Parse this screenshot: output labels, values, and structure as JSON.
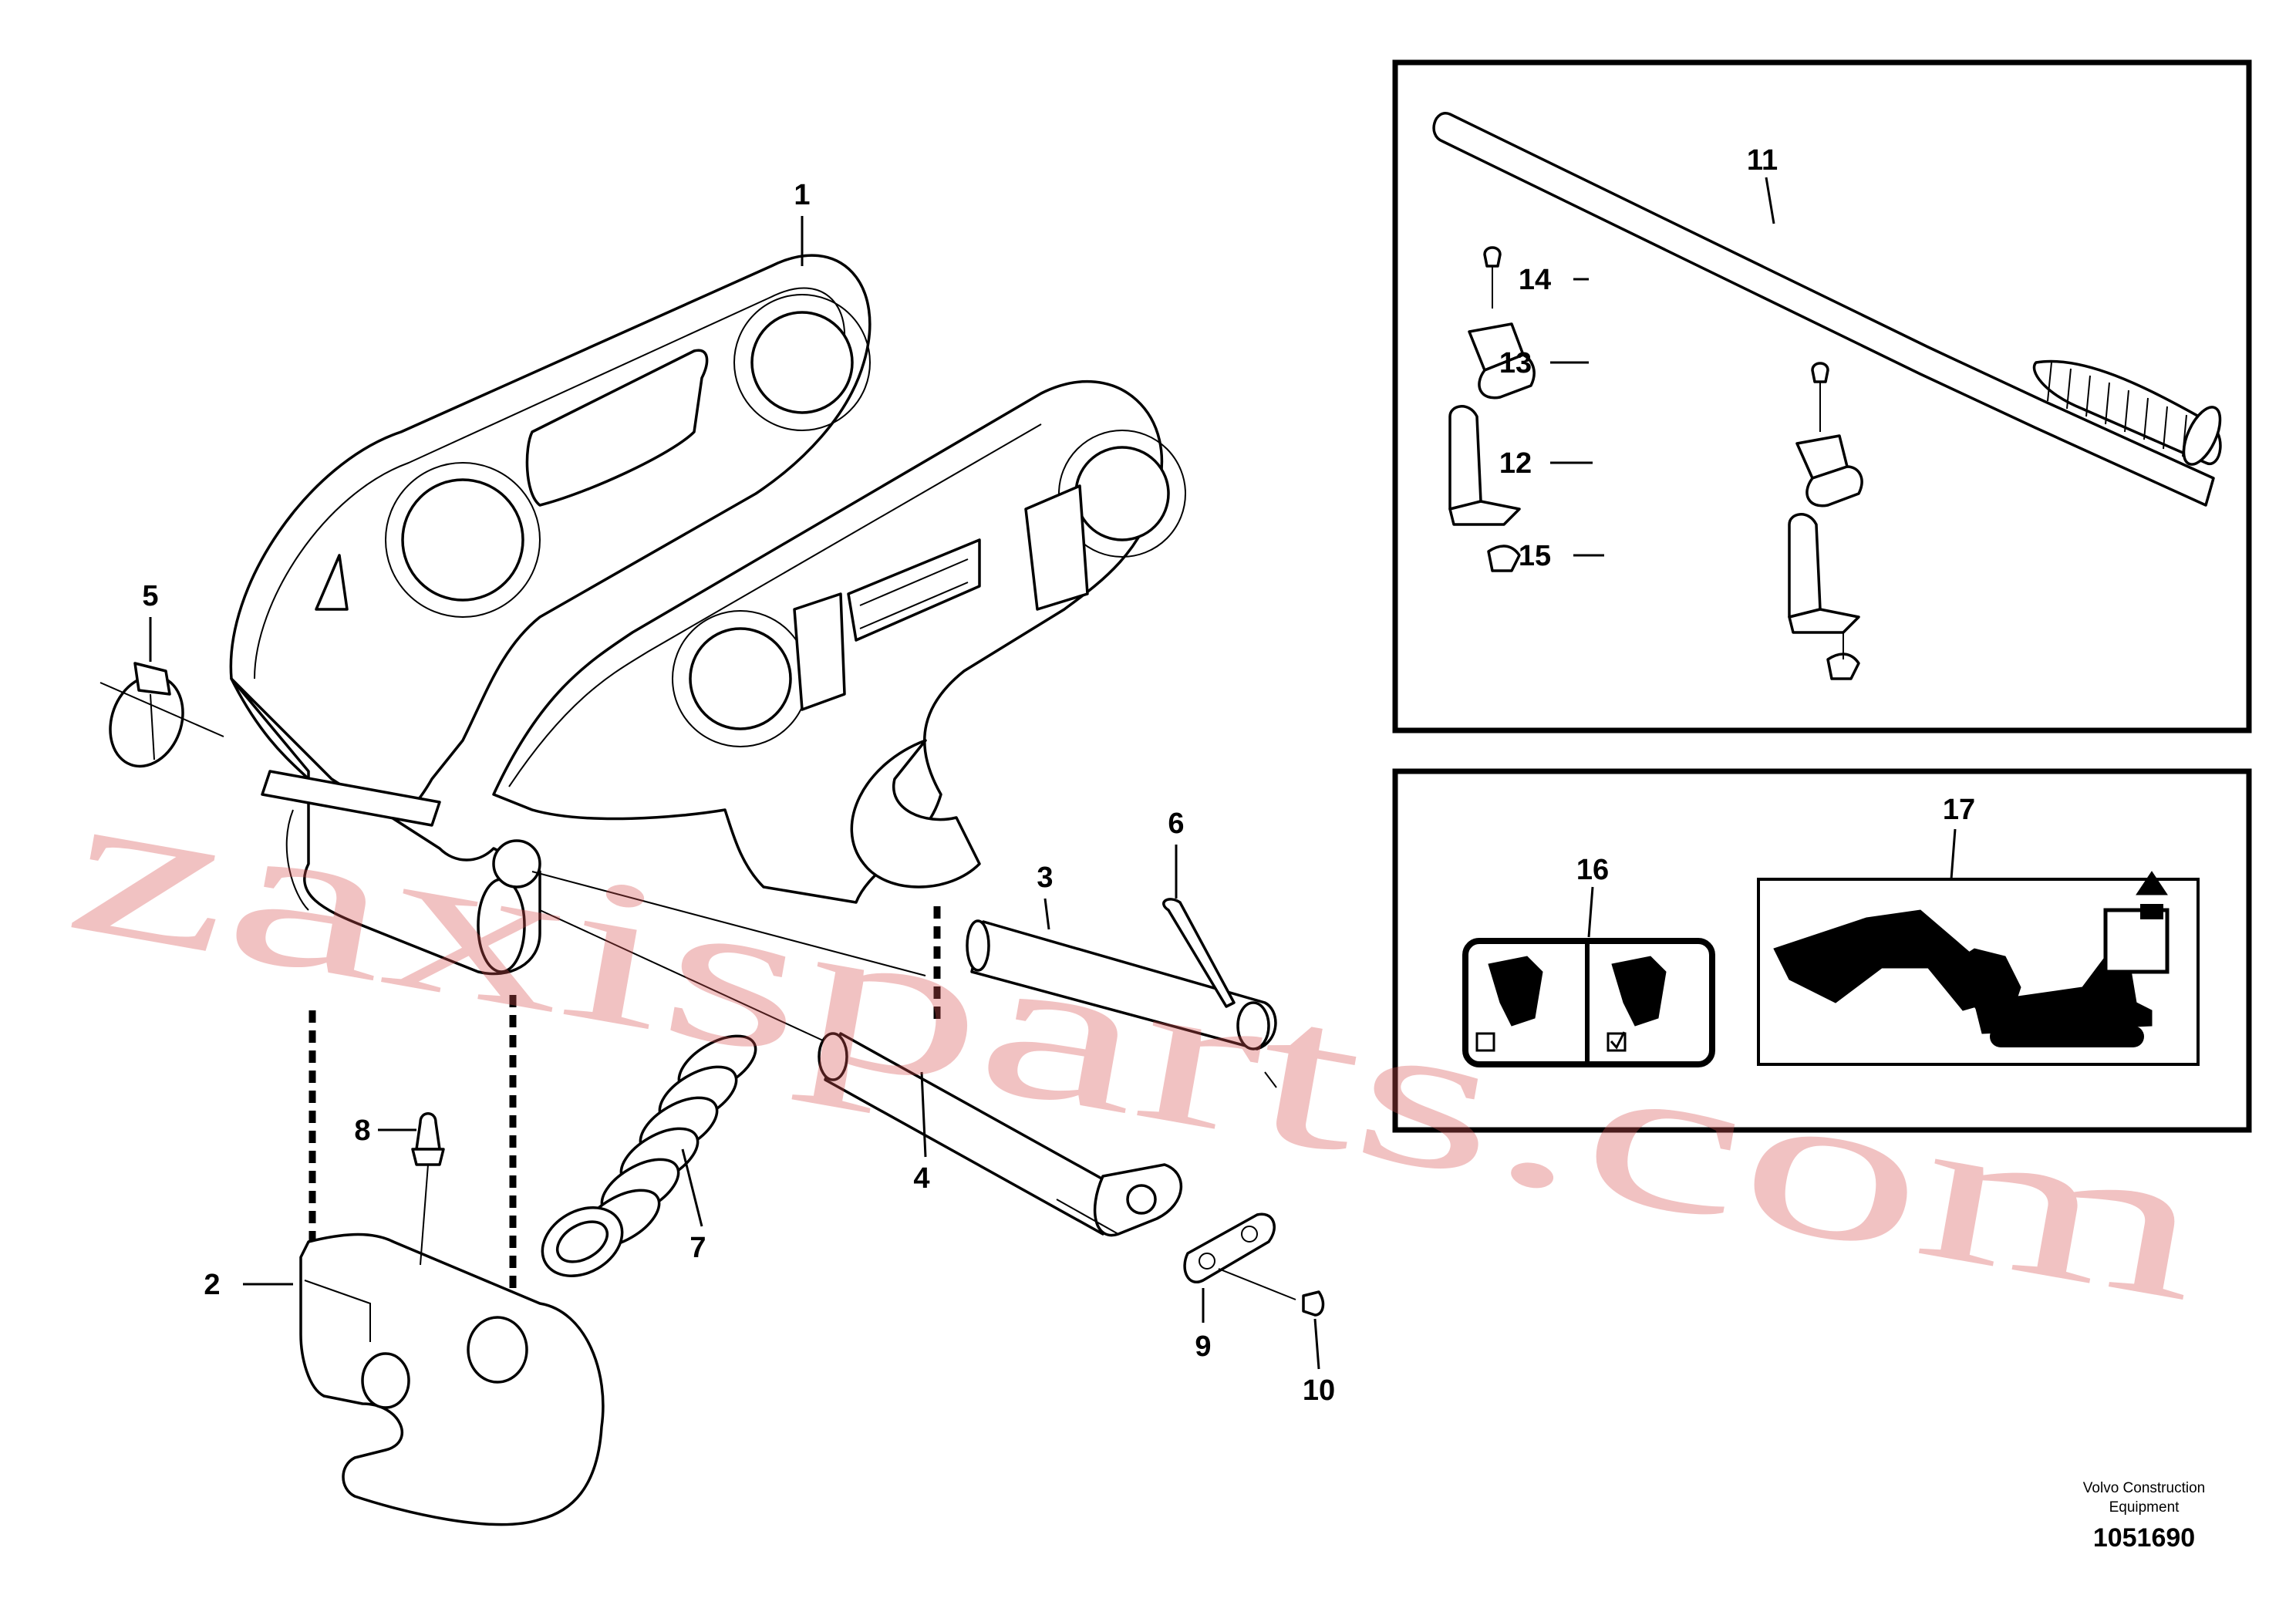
{
  "callouts": [
    {
      "label": "1"
    },
    {
      "label": "2"
    },
    {
      "label": "3"
    },
    {
      "label": "4"
    },
    {
      "label": "5"
    },
    {
      "label": "6"
    },
    {
      "label": "7"
    },
    {
      "label": "8"
    },
    {
      "label": "9"
    },
    {
      "label": "10"
    },
    {
      "label": "11"
    },
    {
      "label": "12"
    },
    {
      "label": "13"
    },
    {
      "label": "14"
    },
    {
      "label": "15"
    },
    {
      "label": "16"
    },
    {
      "label": "17"
    }
  ],
  "watermark": "zaxisparts.com",
  "caption": {
    "line1": "Volvo Construction",
    "line2": "Equipment",
    "ref_number": "1051690"
  }
}
